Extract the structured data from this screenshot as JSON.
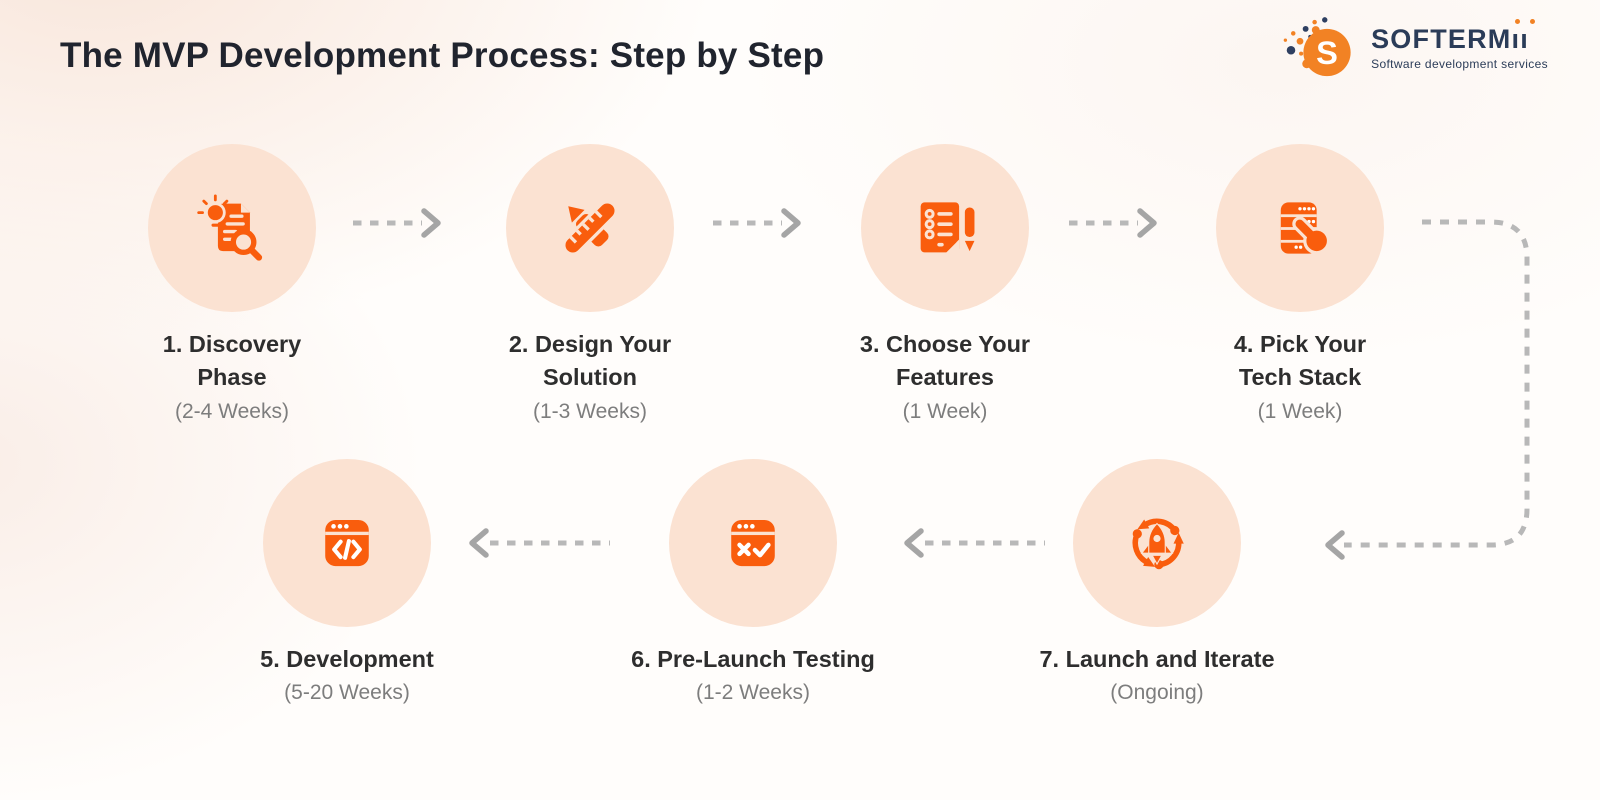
{
  "page": {
    "title": "The MVP Development Process: Step by Step"
  },
  "logo": {
    "brand_main": "SOFTERM",
    "brand_suffix": "ıı",
    "brand_full": "SOFTERMII",
    "mark_letter": "S",
    "tagline": "Software development services",
    "colors": {
      "navy": "#2b3c58",
      "orange": "#f28224"
    }
  },
  "steps": [
    {
      "icon": "discovery-icon",
      "title_line1": "1. Discovery",
      "title_line2": "Phase",
      "duration": "(2-4 Weeks)"
    },
    {
      "icon": "design-icon",
      "title_line1": "2. Design Your",
      "title_line2": "Solution",
      "duration": "(1-3 Weeks)"
    },
    {
      "icon": "features-checklist-icon",
      "title_line1": "3. Choose Your",
      "title_line2": "Features",
      "duration": "(1 Week)"
    },
    {
      "icon": "tech-stack-icon",
      "title_line1": "4. Pick Your",
      "title_line2": "Tech Stack",
      "duration": "(1 Week)"
    },
    {
      "icon": "development-code-icon",
      "title_line1": "5. Development",
      "title_line2": "",
      "duration": "(5-20 Weeks)"
    },
    {
      "icon": "testing-icon",
      "title_line1": "6. Pre-Launch Testing",
      "title_line2": "",
      "duration": "(1-2 Weeks)"
    },
    {
      "icon": "launch-iterate-icon",
      "title_line1": "7. Launch and Iterate",
      "title_line2": "",
      "duration": "(Ongoing)"
    }
  ],
  "colors": {
    "icon_orange": "#f95d0d",
    "circle_peach": "#fbe2d2",
    "arrow_gray": "#b8b8b8",
    "title_dark": "#20242e",
    "step_title": "#2e2e2e",
    "duration_gray": "#7d7d7d"
  }
}
